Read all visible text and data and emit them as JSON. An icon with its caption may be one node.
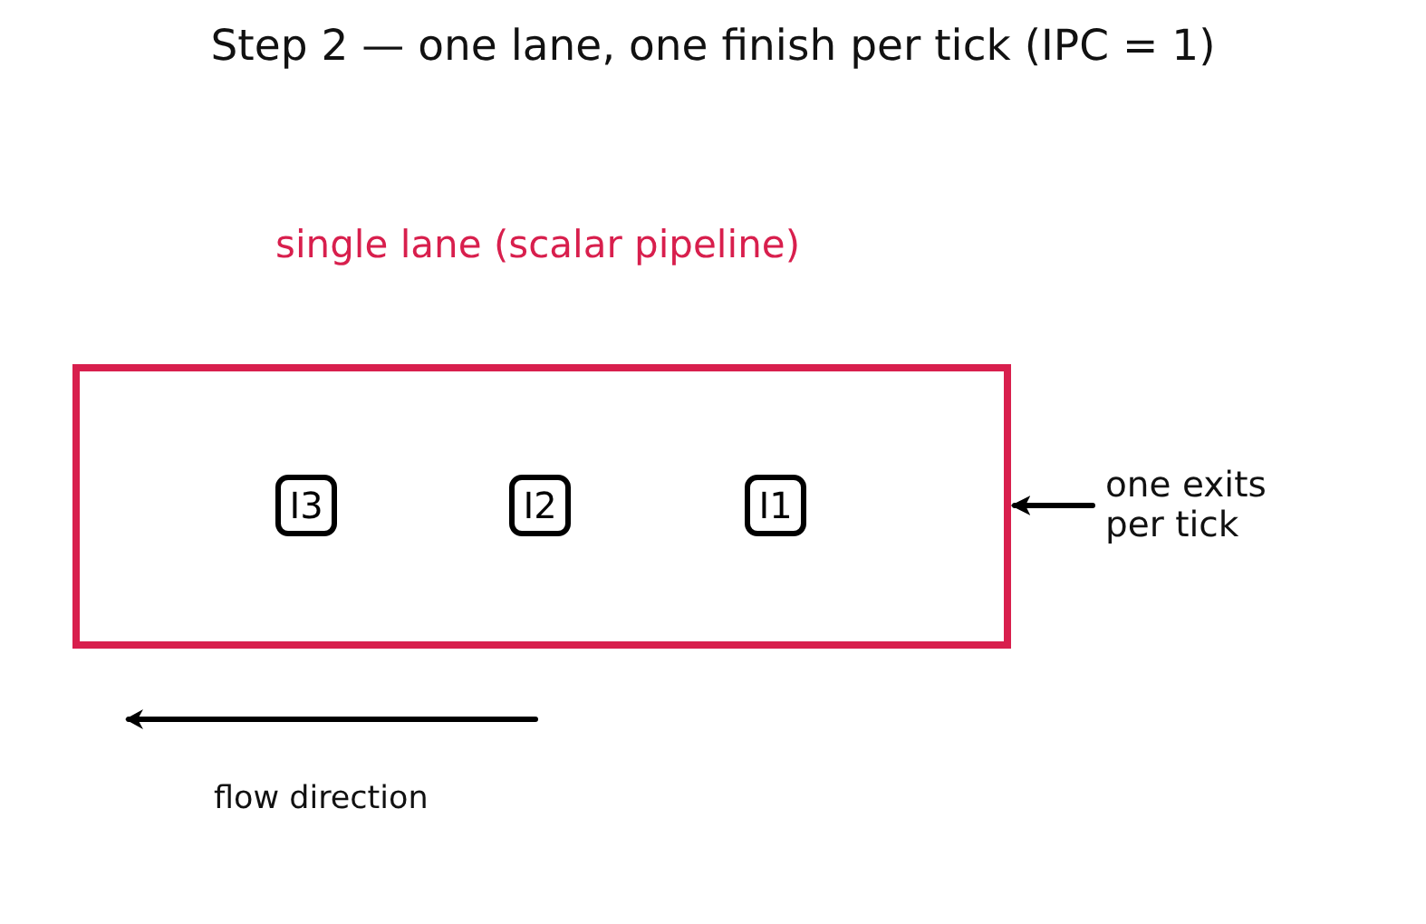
{
  "diagram": {
    "title": "Step 2 — one lane, one finish per tick (IPC = 1)",
    "nodes": [
      {
        "text": [
          "single lane (scalar pipeline)"
        ]
      },
      {
        "text": [
          "I3"
        ],
        "in": 0
      },
      {
        "text": [
          "I2"
        ],
        "in": 0
      },
      {
        "text": [
          "I1"
        ],
        "in": 0
      },
      {
        "text": [
          "one exits per tick"
        ]
      }
    ],
    "edges": [
      {
        "from": 4,
        "to": 0,
        "arrow": "to"
      }
    ],
    "labels": [
      "flow direction"
    ]
  }
}
